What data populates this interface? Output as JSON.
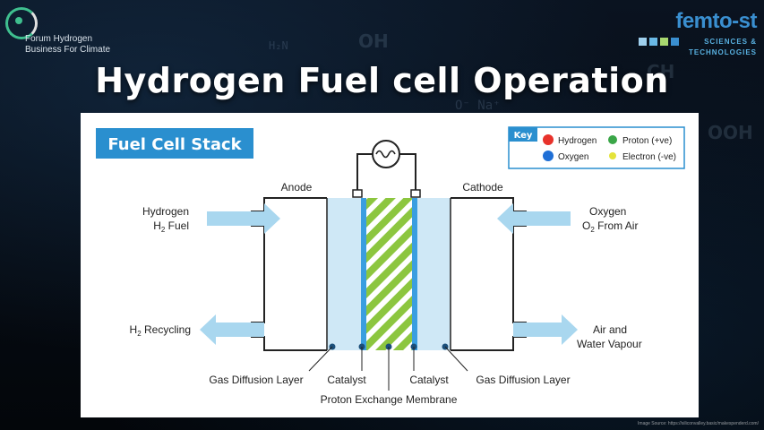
{
  "header": {
    "title": "Hydrogen Fuel cell Operation",
    "logo_left": {
      "line1": "Forum Hydrogen",
      "line2": "Business For Climate"
    },
    "logo_right": {
      "brand": "femto-st",
      "tag1": "SCIENCES &",
      "tag2": "TECHNOLOGIES",
      "square_colors": [
        "#9fd0ee",
        "#6ab9e6",
        "#a8d870",
        "#3a8fd0"
      ]
    }
  },
  "background_text": [
    "H₂N",
    "OH",
    "CH",
    "O⁻ Na⁺",
    "OOH"
  ],
  "diagram": {
    "title": "Fuel Cell Stack",
    "key": {
      "label": "Key",
      "items": [
        {
          "label": "Hydrogen",
          "color": "#e8322b"
        },
        {
          "label": "Proton (+ve)",
          "color": "#3aa648"
        },
        {
          "label": "Oxygen",
          "color": "#1f6fd6"
        },
        {
          "label": "Electron (-ve)",
          "color": "#e4e33a"
        }
      ]
    },
    "labels": {
      "anode": "Anode",
      "cathode": "Cathode",
      "hydrogen_fuel_1": "Hydrogen",
      "hydrogen_fuel_2": "H",
      "hydrogen_fuel_2b": "2",
      "hydrogen_fuel_2c": " Fuel",
      "recycling_1": "H",
      "recycling_1b": "2",
      "recycling_1c": " Recycling",
      "oxygen_1": "Oxygen",
      "oxygen_2": "O",
      "oxygen_2b": "2",
      "oxygen_2c": " From Air",
      "air_1": "Air and",
      "air_2": "Water Vapour",
      "gdl_left": "Gas Diffusion Layer",
      "catalyst_left": "Catalyst",
      "pem": "Proton Exchange Membrane",
      "catalyst_right": "Catalyst",
      "gdl_right": "Gas Diffusion Layer"
    },
    "colors": {
      "header_blue": "#2a8fcf",
      "layer_light": "#cfe8f6",
      "catalyst": "#3a9ee0",
      "membrane_green": "#8cc63f",
      "arrow_blue": "#a9d7ef"
    }
  },
  "credit": "Image Source: https://siliconvalley.basic/makespenderd.com/"
}
